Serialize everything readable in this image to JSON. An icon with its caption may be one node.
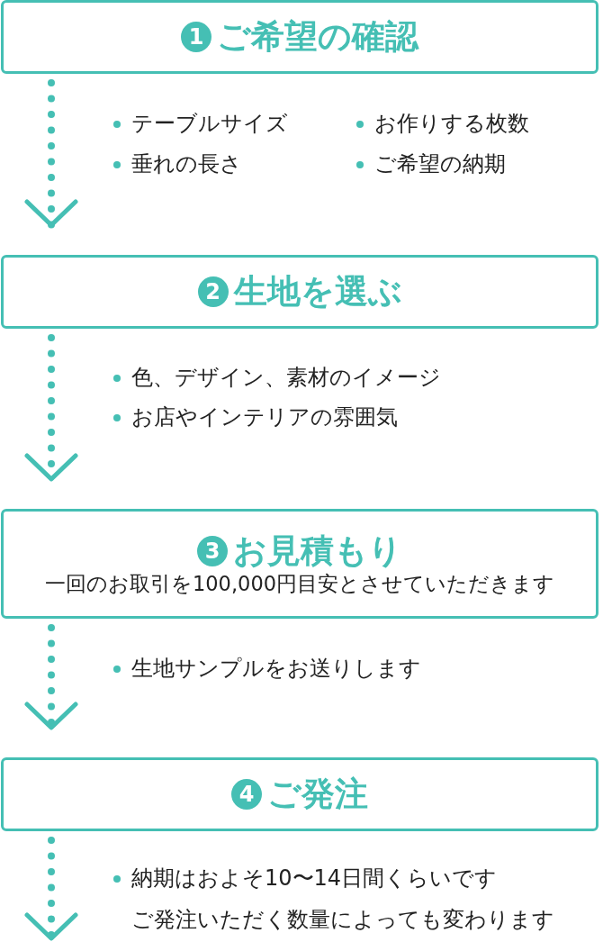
{
  "diagram": {
    "nodes": [
      {
        "text": [
          "1",
          "ご希望の確認"
        ]
      },
      {
        "text": [
          "2",
          "生地を選ぶ"
        ]
      },
      {
        "text": [
          "3",
          "お見積もり",
          "一回のお取引を100,000円目安とさせていただきます"
        ]
      },
      {
        "text": [
          "4",
          "ご発注"
        ]
      }
    ],
    "edges": [
      {
        "from": 0,
        "to": 1,
        "arrow": "to"
      },
      {
        "from": 1,
        "to": 2,
        "arrow": "to"
      },
      {
        "from": 2,
        "to": 3,
        "arrow": "to"
      },
      {
        "from": 3,
        "to": null,
        "arrow": "to"
      }
    ],
    "labels": [
      "テーブルサイズ",
      "お作りする枚数",
      "垂れの長さ",
      "ご希望の納期",
      "色、デザイン、素材のイメージ",
      "お店やインテリアの雰囲気",
      "生地サンプルをお送りします",
      "納期はおよそ10〜14日間くらいです",
      "ご発注いただく数量によっても変わります"
    ]
  }
}
